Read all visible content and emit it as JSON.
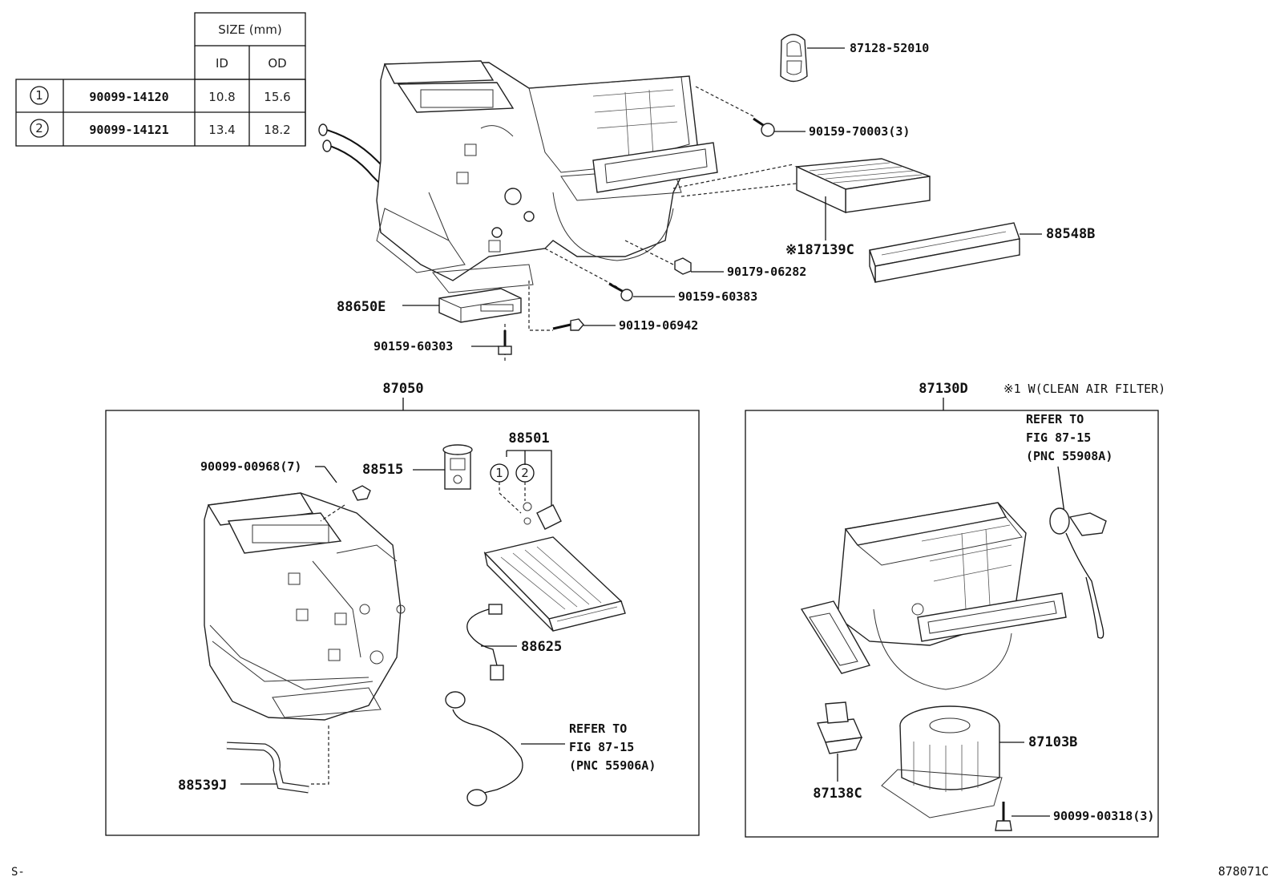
{
  "size_table": {
    "header_size": "SIZE (mm)",
    "header_id": "ID",
    "header_od": "OD",
    "rows": [
      {
        "mark": "1",
        "part": "90099-14120",
        "id": "10.8",
        "od": "15.6"
      },
      {
        "mark": "2",
        "part": "90099-14121",
        "id": "13.4",
        "od": "18.2"
      }
    ]
  },
  "top_labels": {
    "grommet": "87128-52010",
    "screw_a": "90159-70003(3)",
    "filter": "※187139C",
    "filter_cover": "88548B",
    "nut": "90179-06282",
    "screw_b": "90159-60383",
    "amp": "88650E",
    "bolt": "90119-06942",
    "screw_c": "90159-60303"
  },
  "section_left": {
    "title": "87050",
    "screw": "90099-00968(7)",
    "valve": "88515",
    "evaporator": "88501",
    "oring_1": "1",
    "oring_2": "2",
    "thermistor": "88625",
    "hose": "88539J",
    "refer_line1": "REFER TO",
    "refer_line2": "FIG 87-15",
    "refer_line3": "(PNC 55906A)"
  },
  "section_right": {
    "title": "87130D",
    "note": "※1 W(CLEAN AIR FILTER)",
    "refer_line1": "REFER TO",
    "refer_line2": "FIG 87-15",
    "refer_line3": "(PNC 55908A)",
    "motor": "87103B",
    "resistor": "87138C",
    "screw": "90099-00318(3)"
  },
  "footer": {
    "left": "S-",
    "right": "878071C"
  }
}
